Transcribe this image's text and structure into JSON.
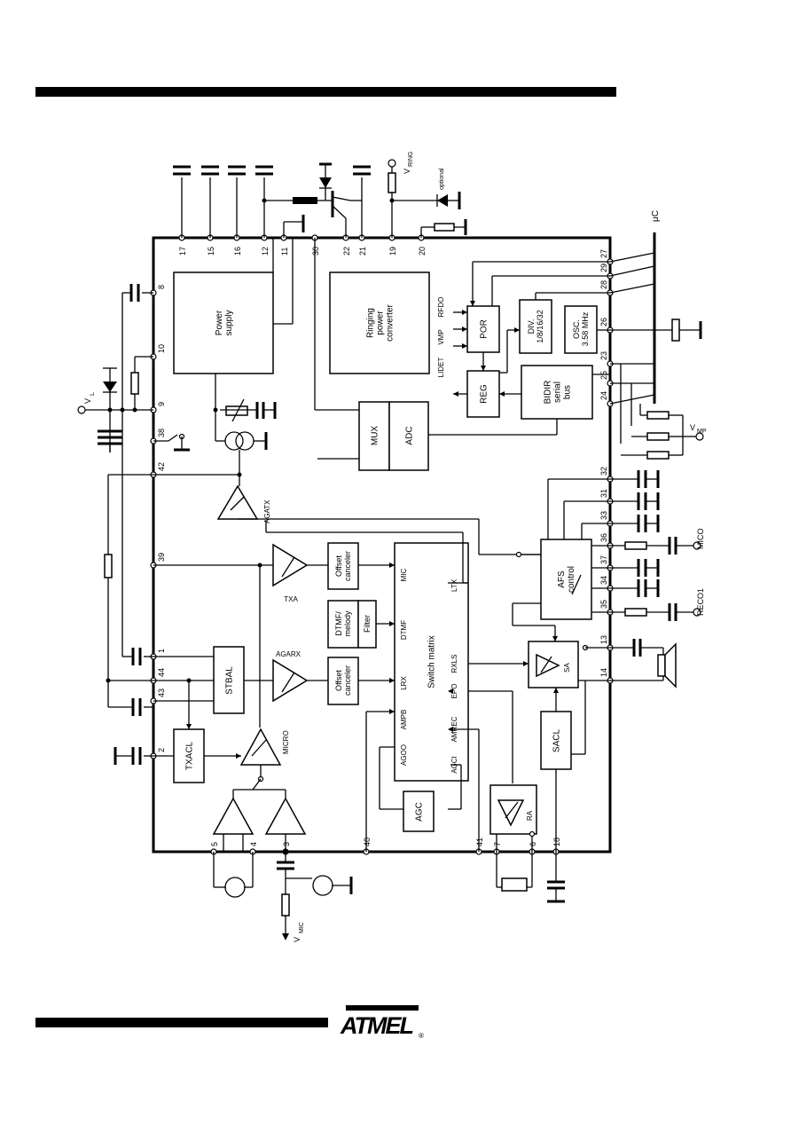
{
  "diagram": {
    "pins": {
      "top": [
        "17",
        "15",
        "16",
        "12",
        "11",
        "30",
        "22",
        "21",
        "19",
        "20"
      ],
      "left": [
        "8",
        "10",
        "9",
        "38",
        "42",
        "39",
        "1",
        "44",
        "43",
        "2"
      ],
      "bottom": [
        "5",
        "4",
        "3",
        "40",
        "41",
        "7",
        "6",
        "18"
      ],
      "right": [
        "27",
        "29",
        "28",
        "26",
        "23",
        "25",
        "24",
        "32",
        "31",
        "33",
        "36",
        "37",
        "34",
        "35",
        "13",
        "14"
      ]
    },
    "blocks": {
      "power_supply": "Power\nsupply",
      "ringing": "Ringing\npower\nconverter",
      "por": "POR",
      "div": "DIV.\n1/8/16/32",
      "osc": "OSC.\n3.58 MHz",
      "reg": "REG",
      "bidir": "BIDIR\nserial\nbus",
      "mux": "MUX",
      "adc": "ADC",
      "afs": "AFS\ncontrol",
      "offset_tx": "Offset\ncanceler",
      "dtmf": "DTMF/\nmelody",
      "filter": "Filter",
      "offset_rx": "Offset\ncanceler",
      "stbal": "STBAL",
      "txacl": "TXACL",
      "agc": "AGC",
      "sacl": "SACL",
      "switch_matrix": "Switch matrix"
    },
    "switch_pins": {
      "mic": "MIC",
      "dtmf": "DTMF",
      "lrx": "LRX",
      "ampb": "AMPB",
      "agoo": "AGOO",
      "ltx": "LTX",
      "rxls": "RXLS",
      "epo": "EPO",
      "amrec": "AMREC",
      "agci": "AGCI"
    },
    "amps": {
      "agatx": "AGATX",
      "txa": "TXA",
      "agarx": "AGARX",
      "micro": "MICRO",
      "sa": "SA",
      "ra": "RA"
    },
    "signals": {
      "rfdo": "RFDO",
      "vmp_in": "VMP",
      "lidet": "LIDET",
      "uc": "µC",
      "vring": "V",
      "vring_sub": "RING",
      "optional": "optional",
      "vl": "V",
      "vl_sub": "L",
      "vmp": "V",
      "vmp_sub": "MP",
      "mico": "MICO",
      "reco1": "RECO1",
      "vmic": "V",
      "vmic_sub": "MIC"
    }
  },
  "logo": {
    "text": "ATMEL",
    "mark": "®"
  }
}
